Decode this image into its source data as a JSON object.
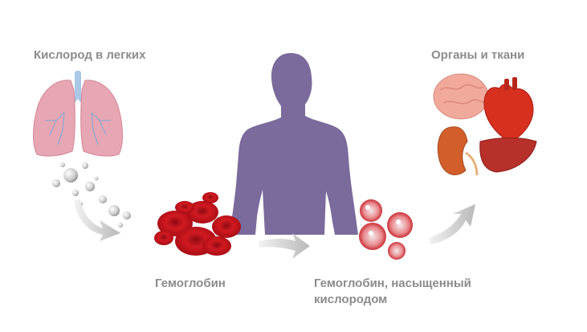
{
  "labels": {
    "lungs": "Кислород в легких",
    "organs": "Органы и ткани",
    "hemoglobin": "Гемоглобин",
    "oxyhemoglobin": "Гемоглобин, насыщенный кислородом"
  },
  "colors": {
    "body_silhouette": "#7b6a9c",
    "label_text": "#8c8c8c",
    "red_cell": "#c8141c",
    "lung_pink": "#e9a9b5",
    "arrow_grey": "#cfcfcf"
  }
}
